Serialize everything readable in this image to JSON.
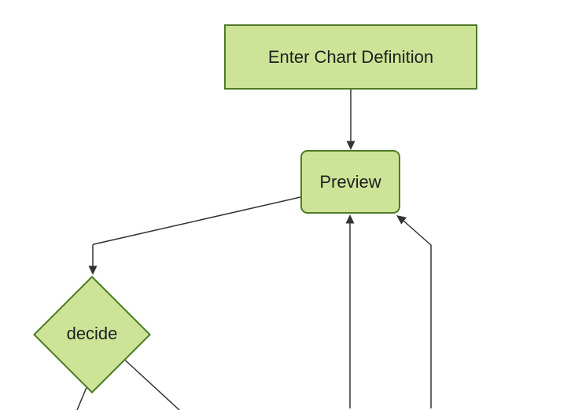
{
  "diagram": {
    "type": "flowchart",
    "direction": "top-down",
    "colors": {
      "background": "#ffffff",
      "node_fill": "#cde498",
      "node_border": "#4e7a28",
      "edge": "#333333",
      "text": "#1f2020"
    },
    "nodes": [
      {
        "id": "enter-chart-definition",
        "label": "Enter Chart Definition",
        "shape": "rectangle"
      },
      {
        "id": "preview",
        "label": "Preview",
        "shape": "rounded-rectangle"
      },
      {
        "id": "decide",
        "label": "decide",
        "shape": "diamond"
      }
    ],
    "edges": [
      {
        "from": "enter-chart-definition",
        "to": "preview",
        "arrow": true
      },
      {
        "from": "preview",
        "to": "decide",
        "arrow": true
      },
      {
        "from": "offscreen-bottom-center",
        "to": "preview",
        "arrow": true
      },
      {
        "from": "offscreen-bottom-right",
        "to": "preview",
        "arrow": true
      },
      {
        "from": "decide",
        "to": "offscreen-bottom-left",
        "arrow": false
      },
      {
        "from": "decide",
        "to": "offscreen-bottom-right",
        "arrow": false
      }
    ]
  }
}
